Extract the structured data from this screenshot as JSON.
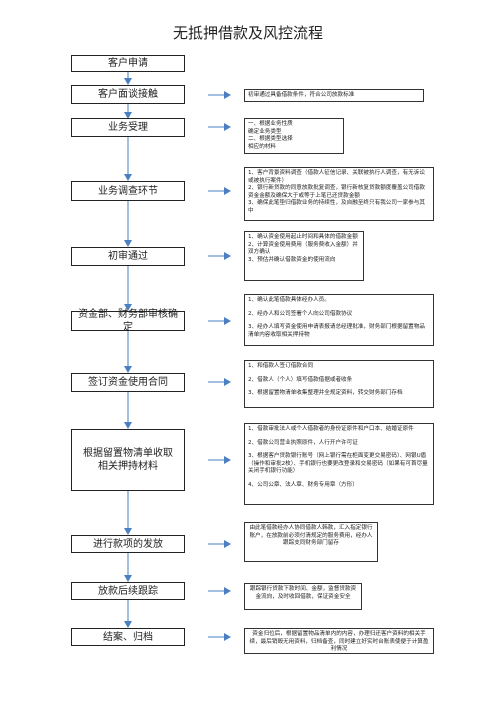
{
  "title": "无抵押借款及风控流程",
  "steps": [
    {
      "label": "客户申请"
    },
    {
      "label": "客户面谈接触"
    },
    {
      "label": "业务受理"
    },
    {
      "label": "业务调查环节"
    },
    {
      "label": "初审通过"
    },
    {
      "label": "资金部、财务部审核确定"
    },
    {
      "label": "签订资金使用合同"
    },
    {
      "label": "根据留置物清单收取相关押持材料"
    },
    {
      "label": "进行款项的发放"
    },
    {
      "label": "放款后续跟踪"
    },
    {
      "label": "结案、归档"
    }
  ],
  "notes": {
    "n1": [
      "初审通过具备借款条件，符合公司放款标准"
    ],
    "n2": [
      "一、根据业务性质",
      "确定业务类型",
      "二、根据类型选择",
      "相应的材料"
    ],
    "n3": [
      "1、客户背景资料调查（借款人征信记录、关联被执行人调查，有无诉讼或被执行案件）",
      "2、银行新贷款的同意放款批复调查，银行新核复贷款额度覆盖公司借款资金金额及确保大于或等于上笔已还贷款金额",
      "3、确保此笔垫归借款业务的持续性，及自融至终只有我公司一家参与其中"
    ],
    "n4": [
      "1、确认资金使用起止时间和具体的借款金额",
      "2、计算资金使用费用（服务费收入金额）并双方确认",
      "3、预估并确认借款资金的使用流向"
    ],
    "n5": [
      "1、确认此笔借款具体经办人员。",
      "2、经办人和公司签署个人向公司借款协议",
      "3、经办人填写资金使用申请表报请总经理批准，财务部门根据留置物品清单内容收取相关押持物"
    ],
    "n6": [
      "1、和借款人签订借款合同",
      "2、借款人（个人）填写借款借据或者收条",
      "3、根据留置物清单收集整理并全规定资料，转交财务部门存档"
    ],
    "n7": [
      "1、借款审批法人或个人借款者的身份证原件和户口本、结婚证原件",
      "2、借款公司营业执照原件，人行开户许可证",
      "3、根据客户贷款银行账号（网上银行需在柜面变更交易密码）、网银U盾（操作和审批2枚）、手机银行也要更改登录和交易密码（如果有可首尽量关闭手机银行功能）",
      "4、公司公章、法人章、财务专用章（方形）"
    ],
    "n8": [
      "由此笔借款经办人协同借款人韩款，汇入指定银行账户，在放款前必须付清规定的服务费用，经办人跟踪支同财务部门留存"
    ],
    "n9": [
      "跟踪银行贷款下款时间、金额，监督贷款资金流向，及时收回借款，保证资金安全"
    ],
    "n10": [
      "资金归位后，根据留置物品清单内的内容，办理归还客户资料的相关手续，最后销毁无用资料，归档备查，同时建立好实时台账表使便于计算盈利情况"
    ]
  }
}
